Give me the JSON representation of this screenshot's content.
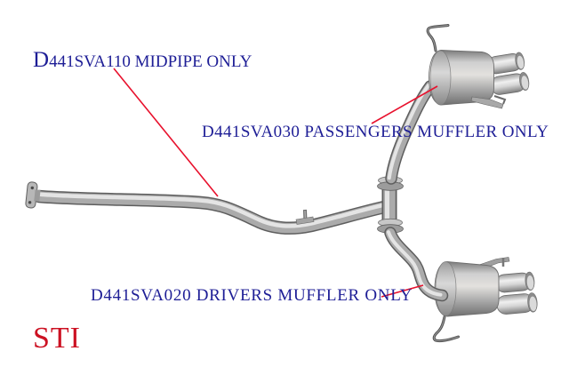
{
  "page": {
    "background": "#ffffff"
  },
  "annotations": {
    "label_color": "#1e1e96",
    "leader_color": "#e8112d",
    "labels": [
      {
        "part": "midpipe",
        "text": "D441SVA110 MIDPIPE ONLY"
      },
      {
        "part": "passenger-muffler",
        "text": "D441SVA030 PASSENGERS MUFFLER ONLY"
      },
      {
        "part": "drivers-muffler",
        "text": "D441SVA020 DRIVERS MUFFLER ONLY"
      }
    ],
    "logo": {
      "text": "STI",
      "color": "#cc1122"
    }
  },
  "diagram": {
    "description": "cat-back exhaust system photo: front flange, midpipe, y-junction with flanged joints, passenger-side muffler with dual tips and hanger rod (top right), driver-side muffler with dual tips and hanger rod (bottom right)",
    "parts": [
      "front-flange",
      "midpipe",
      "hanger-stub",
      "y-junction",
      "upper-flange-joint",
      "lower-flange-joint",
      "passenger-inlet-pipe",
      "passenger-muffler",
      "passenger-dual-tips",
      "passenger-hanger-rod",
      "drivers-inlet-pipe",
      "drivers-muffler",
      "drivers-dual-tips",
      "drivers-hanger-rod"
    ],
    "metal_base_color": "#ababab",
    "metal_highlight_color": "#e4e4e4",
    "metal_shadow_color": "#5e5e5e"
  }
}
